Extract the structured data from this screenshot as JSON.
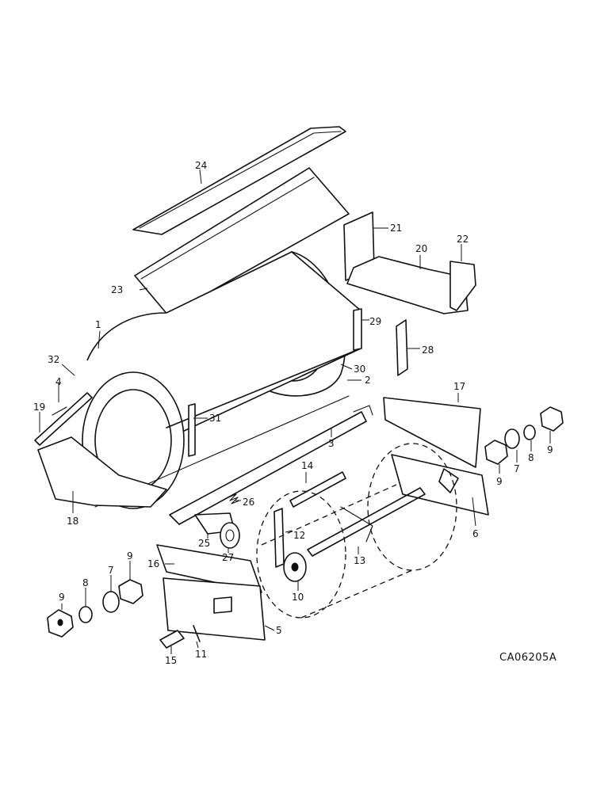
{
  "figure_code": "CA06205A",
  "callouts": {
    "c1": "1",
    "c2": "2",
    "c3": "3",
    "c4": "4",
    "c5": "5",
    "c6": "6",
    "c7a": "7",
    "c7b": "7",
    "c8a": "8",
    "c8b": "8",
    "c9a": "9",
    "c9b": "9",
    "c9c": "9",
    "c9d": "9",
    "c10": "10",
    "c11": "11",
    "c12": "12",
    "c13": "13",
    "c14": "14",
    "c15": "15",
    "c16": "16",
    "c17": "17",
    "c18": "18",
    "c19": "19",
    "c20": "20",
    "c21": "21",
    "c22": "22",
    "c23": "23",
    "c24": "24",
    "c25": "25",
    "c26": "26",
    "c27": "27",
    "c28": "28",
    "c29": "29",
    "c30": "30",
    "c31": "31",
    "c32": "32"
  }
}
